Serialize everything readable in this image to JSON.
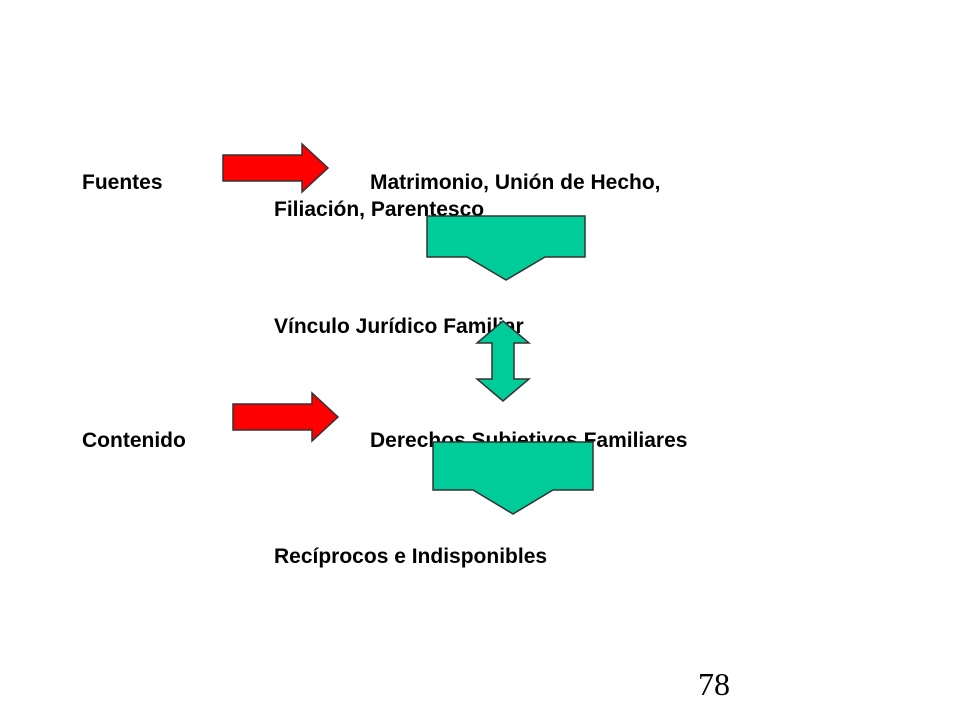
{
  "slide": {
    "fuentes_label": "Fuentes",
    "fuentes_line1": "Matrimonio, Unión de Hecho,",
    "fuentes_line2": "Filiación, Parentesco",
    "vinculo": "Vínculo Jurídico Familiar",
    "contenido_label": "Contenido",
    "derechos": "Derechos Subjetivos Familiares",
    "reciprocos": "Recíprocos e Indisponibles",
    "page_number": "78"
  },
  "colors": {
    "red_arrow": "#ff0000",
    "green_arrow": "#00cc99",
    "arrow_outline": "#333333",
    "text": "#000000"
  },
  "icons": {
    "right_arrow": "red-right-arrow-icon",
    "down_arrow": "green-down-arrow-icon",
    "updown_arrow": "green-up-down-arrow-icon"
  }
}
